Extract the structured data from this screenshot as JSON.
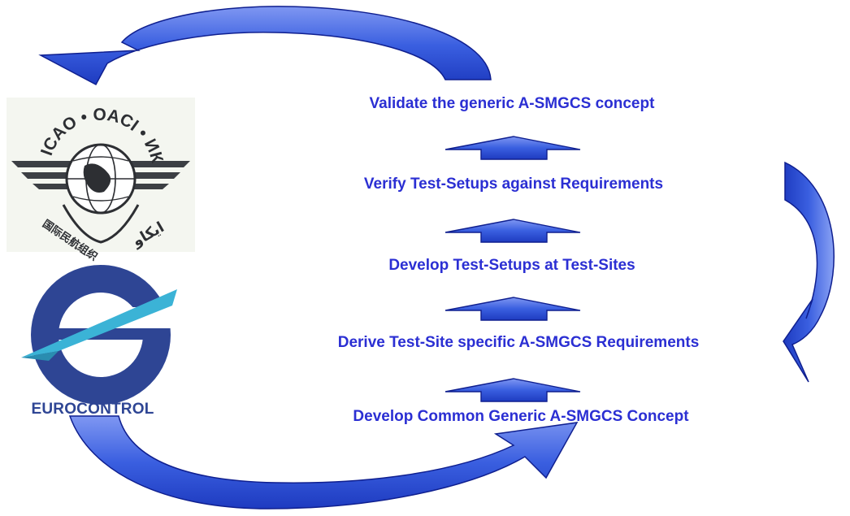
{
  "steps": [
    "Develop Common Generic A-SMGCS Concept",
    "Derive Test-Site specific A-SMGCS Requirements",
    "Develop Test-Setups at Test-Sites",
    "Verify Test-Setups against Requirements",
    "Validate the generic A-SMGCS concept"
  ],
  "logos": {
    "icao_ring_text": "ICAO • OACI • ИКАО",
    "icao_chinese": "国际民航组织",
    "icao_arabic": "ايكاو",
    "eurocontrol_label": "EUROCONTROL"
  },
  "colors": {
    "text": "#2b2fd3",
    "arrow_fill": "#3d5fe0",
    "arrow_dark": "#0f1f8f",
    "eurocontrol_blue": "#2e4594",
    "eurocontrol_cyan": "#3bb3d6"
  }
}
